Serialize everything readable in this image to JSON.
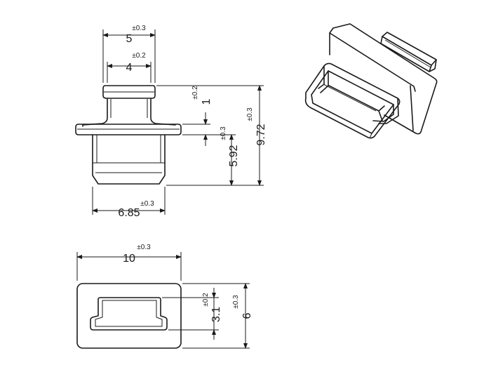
{
  "diagram": {
    "front_view": {
      "dimensions": [
        {
          "id": "head_width",
          "value": "5",
          "tolerance": "±0.3"
        },
        {
          "id": "head_inner_width",
          "value": "4",
          "tolerance": "±0.2"
        },
        {
          "id": "head_height",
          "value": "1",
          "tolerance": "±0.2"
        },
        {
          "id": "plug_depth",
          "value": "5.92",
          "tolerance": "±0.3"
        },
        {
          "id": "total_height",
          "value": "9.72",
          "tolerance": "±0.3"
        },
        {
          "id": "plug_width",
          "value": "6.85",
          "tolerance": "±0.3"
        }
      ]
    },
    "bottom_view": {
      "dimensions": [
        {
          "id": "flange_width",
          "value": "10",
          "tolerance": "±0.3"
        },
        {
          "id": "slot_height",
          "value": "3.1",
          "tolerance": "±0.2"
        },
        {
          "id": "flange_height",
          "value": "6",
          "tolerance": "±0.3"
        }
      ]
    }
  }
}
